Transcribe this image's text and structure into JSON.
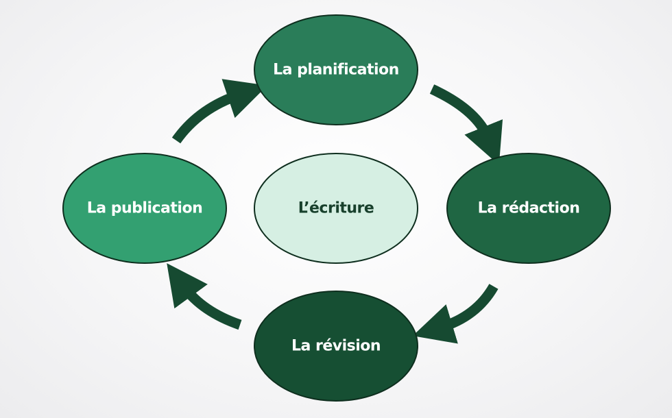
{
  "diagram": {
    "center": {
      "label": "L’écriture"
    },
    "stages": [
      {
        "id": "planification",
        "label": "La planification"
      },
      {
        "id": "redaction",
        "label": "La rédaction"
      },
      {
        "id": "revision",
        "label": "La révision"
      },
      {
        "id": "publication",
        "label": "La publication"
      }
    ]
  },
  "colors": {
    "planification": "#2a7d59",
    "redaction": "#1f6643",
    "revision": "#164f33",
    "publication": "#33a071",
    "center_fill": "#d6efe3",
    "center_text": "#18402c",
    "outline": "#0e2e1e",
    "arrow": "#164a31",
    "node_text": "#ffffff"
  }
}
